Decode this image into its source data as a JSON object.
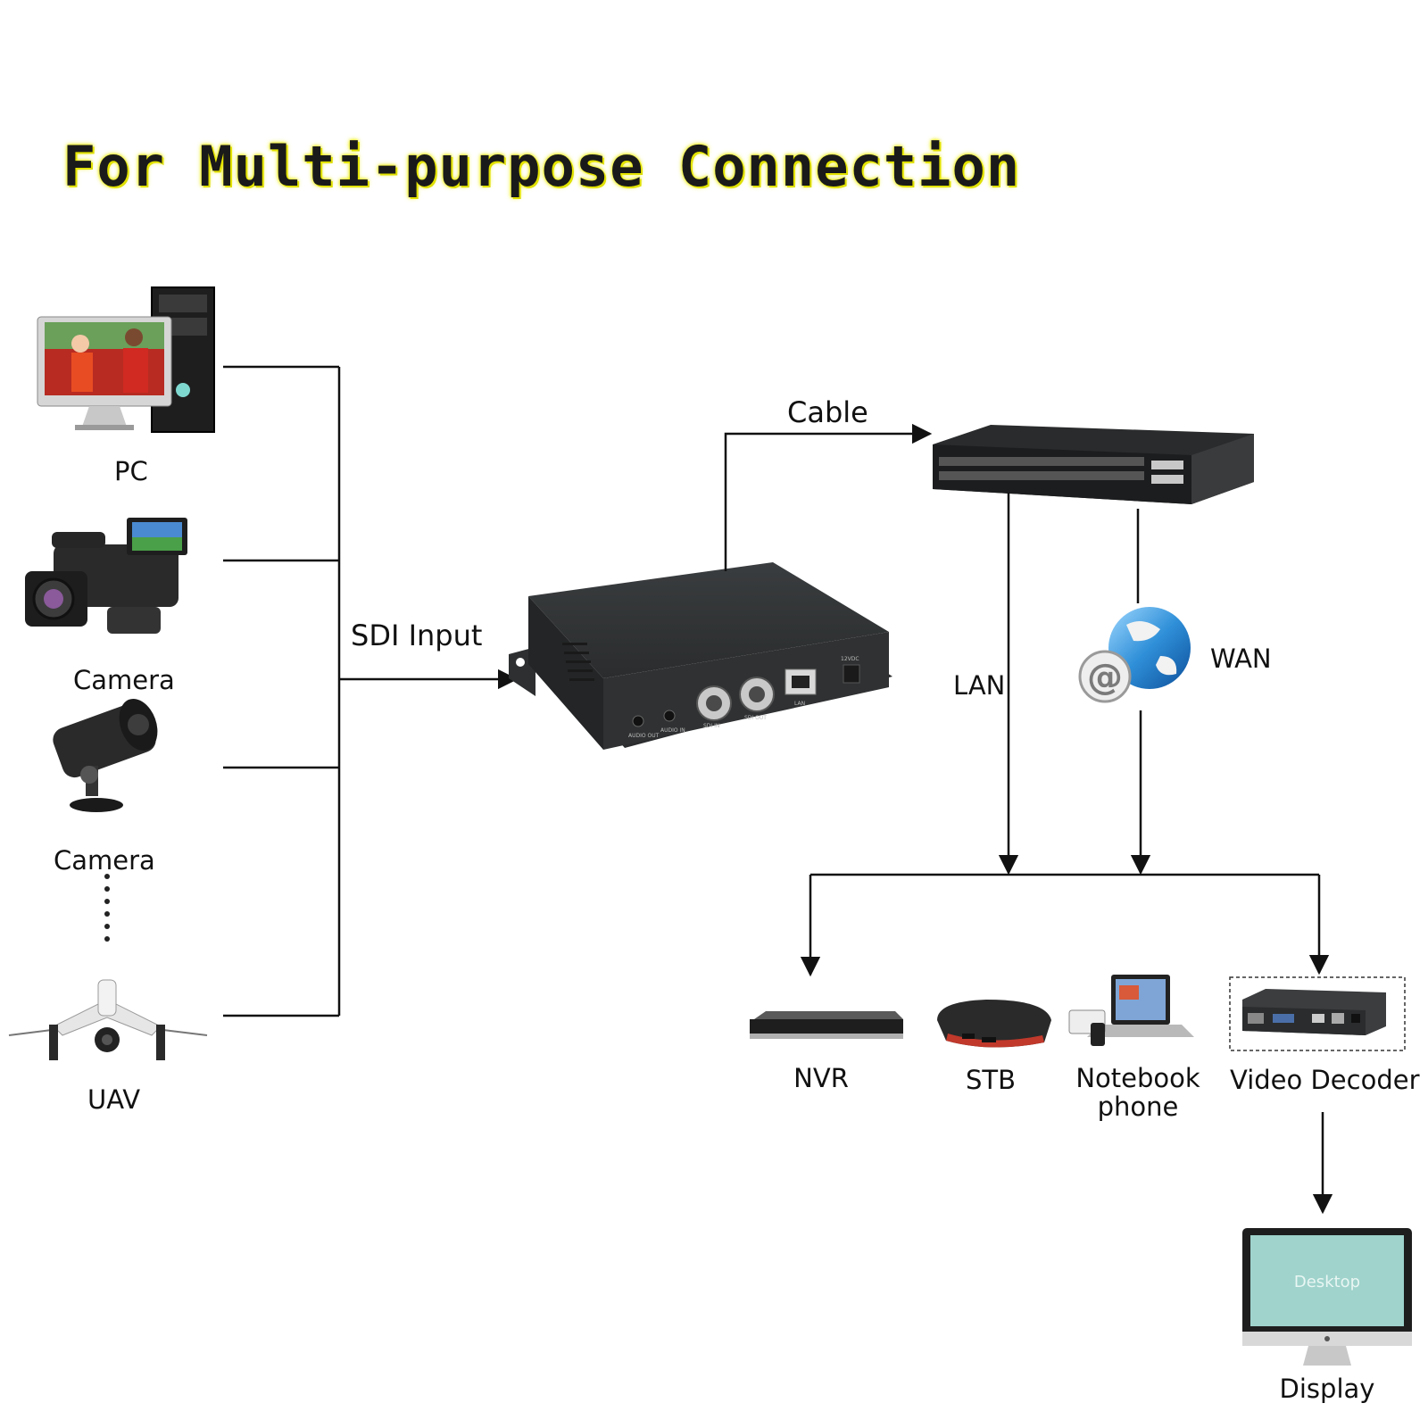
{
  "title": "For Multi-purpose Connection",
  "sources": {
    "pc": "PC",
    "camera1": "Camera",
    "camera2": "Camera",
    "uav": "UAV"
  },
  "links": {
    "sdi_input": "SDI Input",
    "cable": "Cable",
    "lan": "LAN",
    "wan": "WAN"
  },
  "encoder_ports": {
    "audio_out": "AUDIO OUT",
    "audio_in": "AUDIO IN",
    "sdi_in": "SDI IN",
    "sdi_out": "SDI OUT",
    "lan": "LAN",
    "power": "12VDC"
  },
  "outputs": {
    "nvr": "NVR",
    "stb": "STB",
    "notebook_line1": "Notebook",
    "notebook_line2": "phone",
    "video_decoder": "Video Decoder",
    "display": "Display",
    "display_screen_text": "Desktop"
  },
  "colors": {
    "device_dark": "#2b2d2e",
    "line": "#111111",
    "title_glow": "#e8e800",
    "screen": "#9fd3cc",
    "globe": "#2f8fd8"
  }
}
